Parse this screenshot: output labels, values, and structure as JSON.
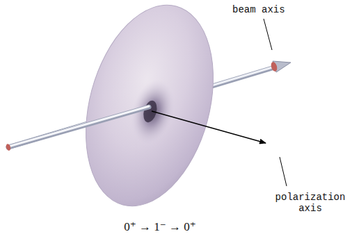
{
  "diagram": {
    "caption": "0⁺ → 1⁻ → 0⁺",
    "labels": [
      "beam axis",
      "polarization axis"
    ]
  }
}
